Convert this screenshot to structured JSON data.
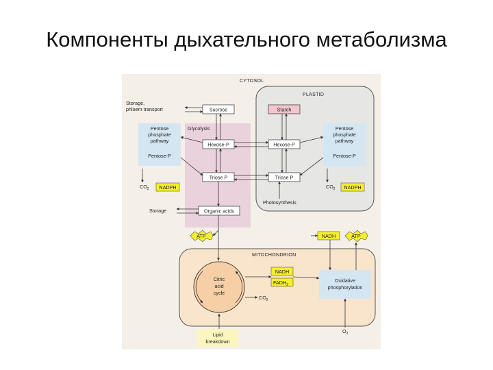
{
  "slide": {
    "title": "Компоненты дыхательного метаболизма"
  },
  "colors": {
    "background": "#f4efe7",
    "plastid": "#e6e6e4",
    "glycolysis_band": "#ead2dc",
    "pentose_box": "#d4e6f2",
    "mitochondrion": "#f9e4cc",
    "citric_cycle": "#f6cfa6",
    "oxidative_box": "#d4e6f2",
    "lipid_box": "#fbf6c0",
    "yellow_highlight": "#f5ee2c",
    "starch_fill": "#f2c6cc"
  },
  "diagram": {
    "compartments": {
      "cytosol": "CYTOSOL",
      "plastid": "PLASTID",
      "mitochondrion": "MITOCHONDRION"
    },
    "cytosol": {
      "storage_transport_1": "Storage,",
      "storage_transport_2": "phloem transport",
      "sucrose": "Sucrose",
      "glycolysis": "Glycolysis",
      "hexose_p": "Hexose-P",
      "triose_p": "Triose P",
      "organic_acids": "Organic acids",
      "storage": "Storage",
      "pentose_1": "Pentose",
      "pentose_2": "phosphate",
      "pentose_3": "pathway",
      "pentose_p": "Pentose-P",
      "co2": "CO",
      "co2_sub": "2",
      "nadph": "NADPH",
      "atp": "ATP",
      "nadh_right": "NADH",
      "atp_right": "ATP"
    },
    "plastid": {
      "starch": "Starch",
      "hexose_p": "Hexose-P",
      "triose_p": "Triose P",
      "photosynthesis": "Photosynthesis",
      "pentose_1": "Pentose",
      "pentose_2": "phosphate",
      "pentose_3": "pathway",
      "pentose_p": "Pentose-P",
      "co2": "CO",
      "co2_sub": "2",
      "nadph": "NADPH"
    },
    "mitochondrion": {
      "citric_1": "Citric",
      "citric_2": "acid",
      "citric_3": "cycle",
      "nadh": "NADH",
      "fadh2": "FADH",
      "fadh2_sub": "2",
      "co2": "CO",
      "co2_sub": "2",
      "oxidative_1": "Oxidative",
      "oxidative_2": "phosphorylation",
      "o2": "O",
      "o2_sub": "2"
    },
    "lipid": {
      "line1": "Lipid",
      "line2": "breakdown"
    }
  }
}
